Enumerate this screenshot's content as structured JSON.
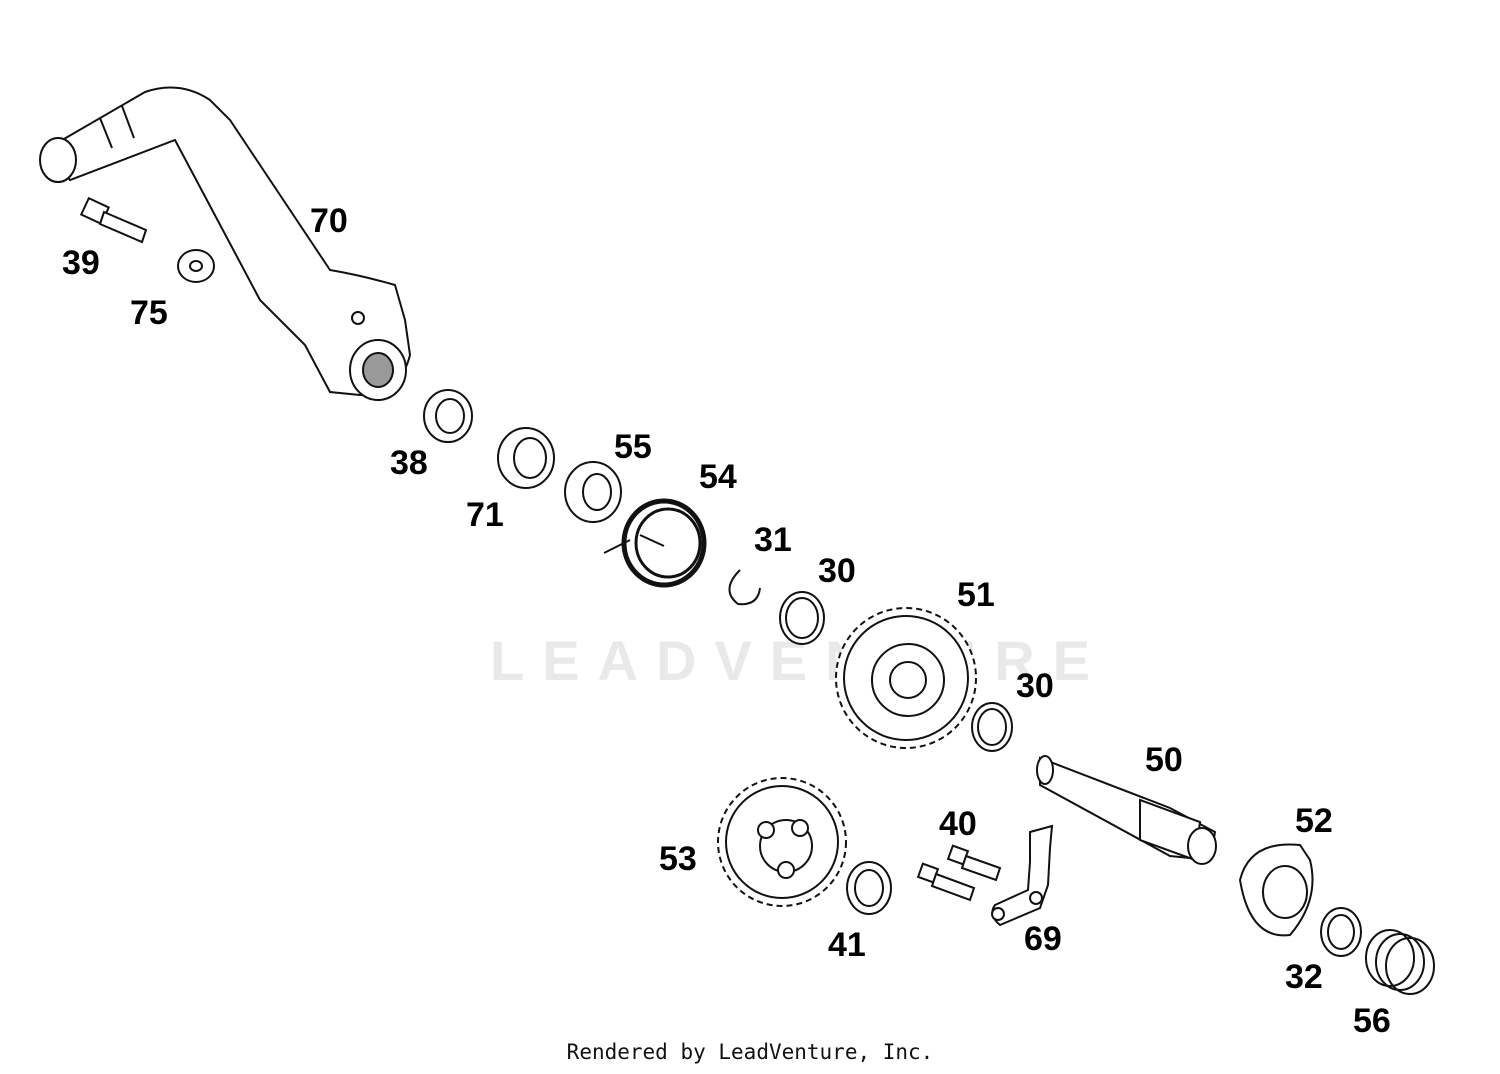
{
  "watermark": "LEADVENTURE",
  "footer": "Rendered by LeadVenture, Inc.",
  "callouts": {
    "p70": "70",
    "p39": "39",
    "p75": "75",
    "p38": "38",
    "p71": "71",
    "p55": "55",
    "p54": "54",
    "p31": "31",
    "p30a": "30",
    "p51": "51",
    "p30b": "30",
    "p50": "50",
    "p52": "52",
    "p53": "53",
    "p40": "40",
    "p41": "41",
    "p69": "69",
    "p32": "32",
    "p56": "56"
  }
}
